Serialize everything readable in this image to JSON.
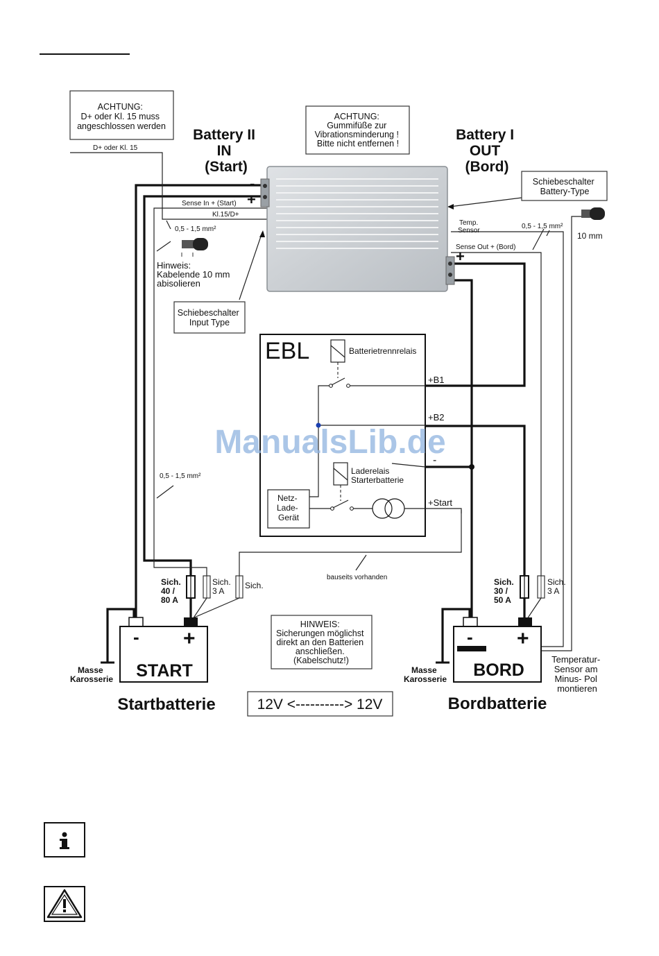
{
  "notes": {
    "dplus": [
      "ACHTUNG:",
      "D+ oder Kl. 15 muss",
      "angeschlossen werden"
    ],
    "feet": [
      "ACHTUNG:",
      "Gummifüße zur",
      "Vibrationsminderung !",
      "Bitte nicht entfernen !"
    ],
    "switch_out": [
      "Schiebeschalter",
      "Battery-Type"
    ],
    "switch_in": [
      "Schiebeschalter",
      "Input Type"
    ],
    "hint_strip": [
      "Hinweis:",
      "Kabelende 10 mm",
      "abisolieren"
    ],
    "hint_fuses": [
      "HINWEIS:",
      "Sicherungen möglichst",
      "direkt an den Batterien",
      "anschließen.",
      "(Kabelschutz!)"
    ],
    "temp_mount": [
      "Temperatur-",
      "Sensor am",
      "Minus- Pol",
      "montieren"
    ]
  },
  "battery2": [
    "Battery II",
    "IN",
    "(Start)"
  ],
  "battery1": [
    "Battery I",
    "OUT",
    "(Bord)"
  ],
  "wire_labels": {
    "dplus_kl15": "D+ oder Kl. 15",
    "sense_in": "Sense In + (Start)",
    "kl15": "Kl.15/D+",
    "gauge": "0,5 - 1,5 mm²",
    "temp_sensor": [
      "Temp.",
      "Sensor"
    ],
    "sense_out": "Sense Out + (Bord)",
    "strip_10mm": "10 mm",
    "on_site": "bauseits vorhanden"
  },
  "ebl": {
    "title": "EBL",
    "relay1": "Batterietrennrelais",
    "relay2": [
      "Laderelais",
      "Starterbatterie"
    ],
    "charger": [
      "Netz-",
      "Lade-",
      "Gerät"
    ],
    "b1": "+B1",
    "b2": "+B2",
    "minus": "-",
    "start": "+Start"
  },
  "polarity": {
    "plus": "+",
    "minus": "-"
  },
  "fuses": {
    "start_main": [
      "Sich.",
      "40 /",
      "80 A"
    ],
    "start_sense": [
      "Sich.",
      "3 A"
    ],
    "start_extra": "Sich.",
    "bord_main": [
      "Sich.",
      "30 /",
      "50 A"
    ],
    "bord_sense": [
      "Sich.",
      "3 A"
    ]
  },
  "batteries": {
    "start_label": "START",
    "bord_label": "BORD",
    "start_caption": "Startbatterie",
    "bord_caption": "Bordbatterie",
    "ground": [
      "Masse",
      "Karosserie"
    ]
  },
  "voltage": "12V <----------> 12V",
  "watermark": "ManualsLib.de",
  "icons": [
    "info-icon",
    "warning-icon"
  ],
  "colors": {
    "wire": "#111111",
    "device": "#c8ccd0",
    "watermark": "#8fb3e0",
    "node": "#1a3fb0"
  }
}
